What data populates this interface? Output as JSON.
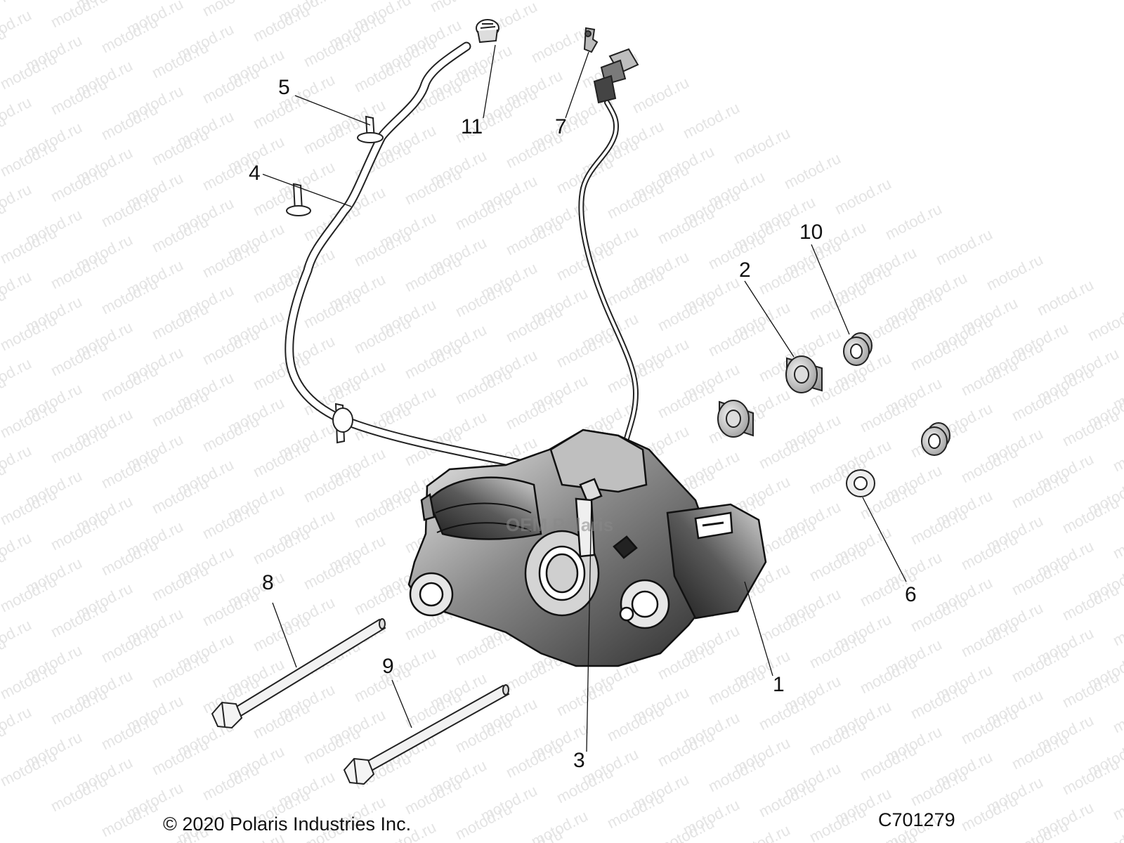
{
  "diagram": {
    "watermark": "motod.ru",
    "logo_text": "OEM Polaris",
    "callouts": [
      "1",
      "2",
      "3",
      "4",
      "5",
      "6",
      "7",
      "8",
      "9",
      "10",
      "11"
    ],
    "copyright": "© 2020 Polaris Industries Inc.",
    "part_code": "C701279"
  },
  "parts": [
    {
      "number": "1",
      "name": "gearcase"
    },
    {
      "number": "2",
      "name": "bushing"
    },
    {
      "number": "3",
      "name": "fitting"
    },
    {
      "number": "4",
      "name": "vent-hose"
    },
    {
      "number": "5",
      "name": "hose-clip"
    },
    {
      "number": "6",
      "name": "washer"
    },
    {
      "number": "7",
      "name": "harness-clip"
    },
    {
      "number": "8",
      "name": "bolt"
    },
    {
      "number": "9",
      "name": "bolt"
    },
    {
      "number": "10",
      "name": "grommet"
    },
    {
      "number": "11",
      "name": "vent-cap"
    }
  ]
}
